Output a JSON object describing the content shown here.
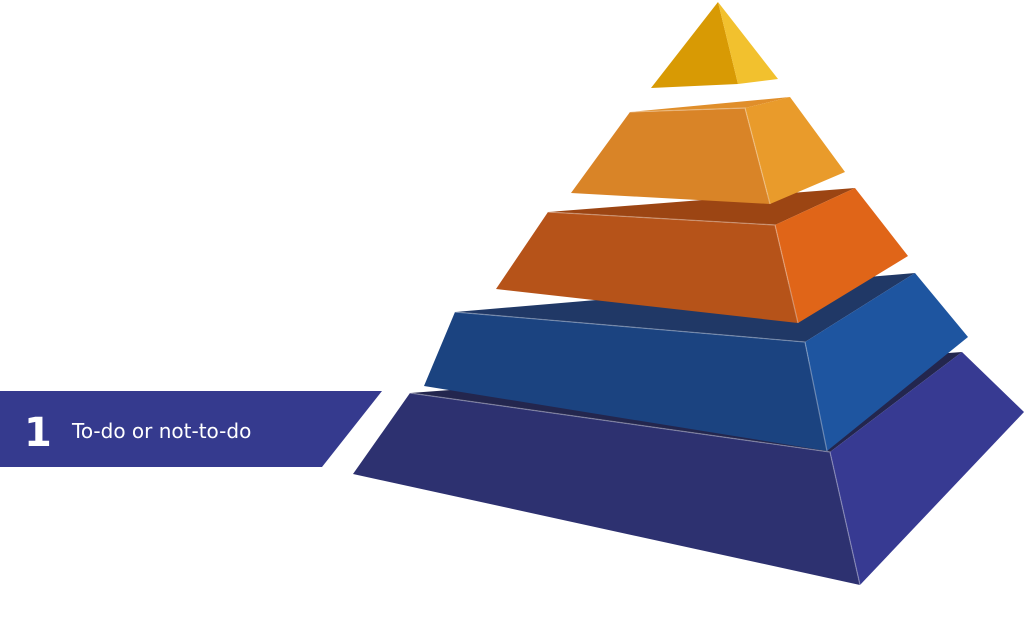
{
  "diagram": {
    "type": "pyramid",
    "layers": [
      {
        "level": 5,
        "front_color": "#D89A04",
        "side_color": "#F2C12E",
        "top_color": "#E8B10F"
      },
      {
        "level": 4,
        "front_color": "#D98427",
        "side_color": "#E99B2B",
        "top_color": "#E08E2A"
      },
      {
        "level": 3,
        "front_color": "#B65319",
        "side_color": "#E06518",
        "top_color": "#9C4513"
      },
      {
        "level": 2,
        "front_color": "#1B4380",
        "side_color": "#1E55A0",
        "top_color": "#203866"
      },
      {
        "level": 1,
        "front_color": "#2D3170",
        "side_color": "#373A92",
        "top_color": "#23264E"
      }
    ]
  },
  "callout": {
    "number": "1",
    "text": "To-do or not-to-do",
    "color": "#353A8E"
  }
}
